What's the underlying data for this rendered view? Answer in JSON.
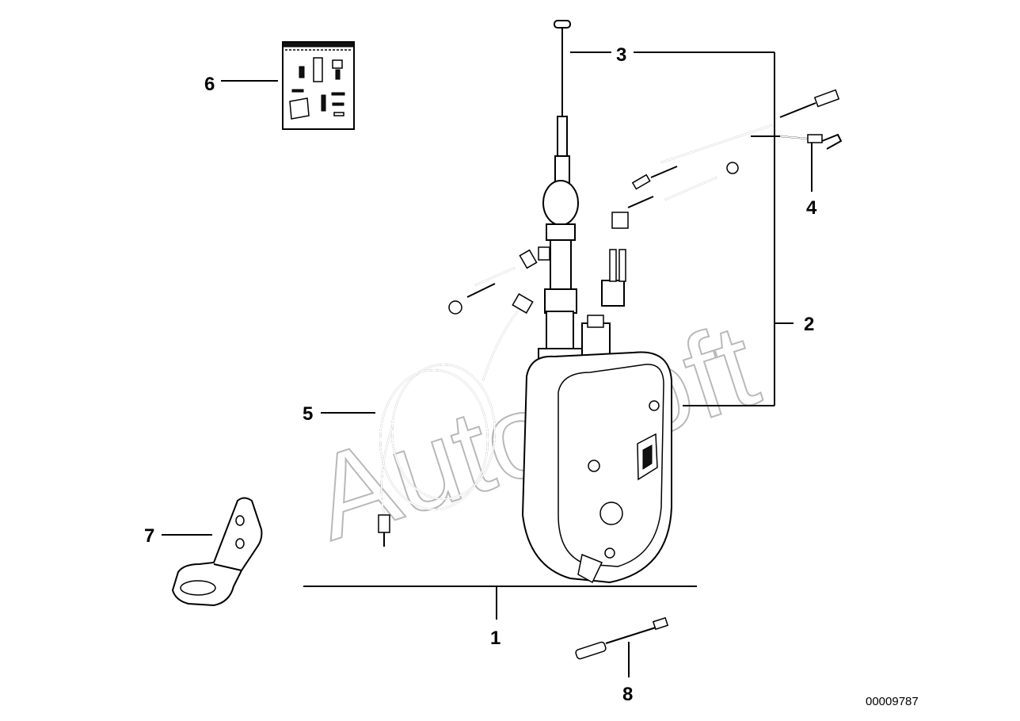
{
  "callouts": {
    "1": "1",
    "2": "2",
    "3": "3",
    "4": "4",
    "5": "5",
    "6": "6",
    "7": "7",
    "8": "8"
  },
  "diagram_code": "00009787",
  "watermark": "AutoSoft",
  "colors": {
    "ink": "#000000",
    "watermark": "#b8b8b8",
    "background": "#ffffff"
  }
}
